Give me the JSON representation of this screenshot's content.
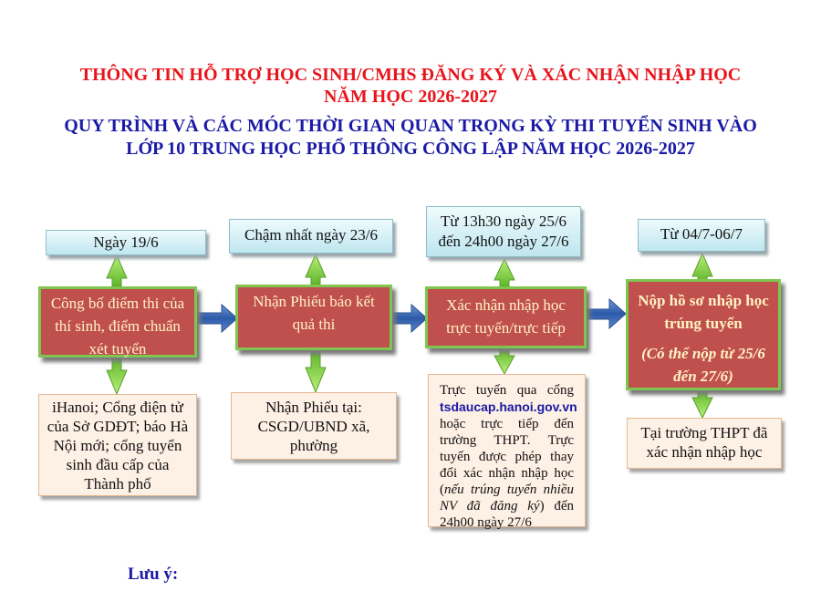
{
  "header": {
    "title_line1": "THÔNG TIN HỖ TRỢ HỌC SINH/CMHS ĐĂNG KÝ VÀ XÁC NHẬN NHẬP HỌC",
    "title_line2": "NĂM HỌC 2026-2027",
    "subtitle_line1": "QUY TRÌNH VÀ CÁC MÓC THỜI GIAN QUAN TRỌNG KỲ THI TUYỂN SINH VÀO",
    "subtitle_line2": "LỚP 10 TRUNG HỌC PHỔ THÔNG CÔNG LẬP NĂM HỌC 2026-2027"
  },
  "steps": [
    {
      "date": "Ngày 19/6",
      "action_lines": [
        "Công bố điểm thi của",
        "thí sinh, điểm chuẩn",
        "xét tuyển"
      ],
      "info_lines": [
        "iHanoi; Cổng điện tử",
        "của Sở GDĐT; báo Hà",
        "Nội mới; cổng tuyển",
        "sinh đầu cấp của",
        "Thành phố"
      ]
    },
    {
      "date": "Chậm nhất ngày 23/6",
      "action_lines": [
        "Nhận Phiếu báo kết",
        "quả thi"
      ],
      "info_lines": [
        "Nhận Phiếu tại:",
        "CSGD/UBND xã,",
        "phường"
      ]
    },
    {
      "date_lines": [
        "Từ 13h30 ngày 25/6",
        "đến 24h00 ngày 27/6"
      ],
      "action_lines": [
        "Xác nhận nhập học",
        "trực tuyến/trực tiếp"
      ],
      "info": {
        "line1": "Trực tuyến qua cổng",
        "link": "tsdaucap.hanoi.gov.vn",
        "line3": "hoặc trực tiếp đến trường THPT.",
        "line4": "Trực tuyến được phép thay đổi xác nhận nhập học (",
        "line4_italic": "nếu trúng tuyển nhiều NV đã đăng ký",
        "line4_end": ") đến 24h00 ngày 27/6"
      }
    },
    {
      "date": "Từ 04/7-06/7",
      "action_lines": [
        "Nộp hồ sơ nhập học",
        "trúng tuyển"
      ],
      "action_note_lines": [
        "(Có thể nộp từ 25/6",
        "đến 27/6)"
      ],
      "info_lines": [
        "Tại trường THPT đã",
        "xác nhận nhập học"
      ]
    }
  ],
  "note_label": "Lưu ý:",
  "colors": {
    "red_title": "#e8141b",
    "blue_title": "#1a1aa6",
    "step_fill": "#c0504d",
    "step_border": "#7ec651",
    "step_text": "#fff2c4",
    "arrow_green": "#8fd44a",
    "arrow_blue": "#3a68b8"
  }
}
